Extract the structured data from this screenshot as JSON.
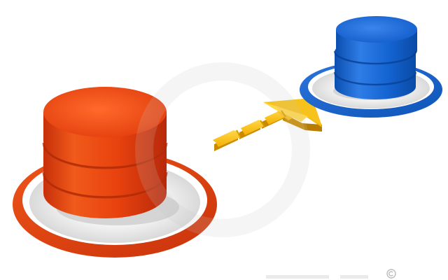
{
  "scene": {
    "description_free": true,
    "colors": {
      "background": "#ffffff",
      "source_database": "#e8420e",
      "target_database": "#1464d2",
      "arrow": "#f5b400",
      "ring_inner": "#e4e4e4"
    },
    "elements": {
      "source_database": {
        "icon": "database-icon",
        "disks": 3,
        "color": "#e8420e"
      },
      "target_database": {
        "icon": "database-icon",
        "disks": 3,
        "color": "#1464d2"
      },
      "transfer_arrow": {
        "icon": "arrow-right-icon",
        "segments": 4,
        "color": "#f5b400"
      }
    },
    "watermark": {
      "icon": "copyright-icon"
    }
  }
}
